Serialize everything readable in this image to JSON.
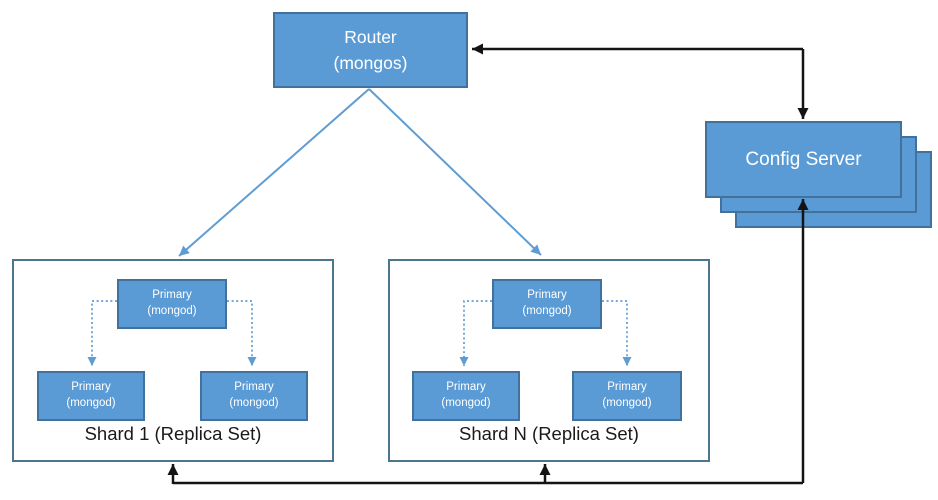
{
  "router": {
    "line1": "Router",
    "line2": "(mongos)"
  },
  "config_server": {
    "label": "Config Server"
  },
  "shard1": {
    "label": "Shard 1 (Replica Set)",
    "primary": {
      "line1": "Primary",
      "line2": "(mongod)"
    },
    "replica_left": {
      "line1": "Primary",
      "line2": "(mongod)"
    },
    "replica_right": {
      "line1": "Primary",
      "line2": "(mongod)"
    }
  },
  "shardN": {
    "label": "Shard N (Replica Set)",
    "primary": {
      "line1": "Primary",
      "line2": "(mongod)"
    },
    "replica_left": {
      "line1": "Primary",
      "line2": "(mongod)"
    },
    "replica_right": {
      "line1": "Primary",
      "line2": "(mongod)"
    }
  },
  "colors": {
    "node_fill": "#5B9BD5",
    "node_border": "#41719C",
    "container_border": "#4C7590",
    "blue_arrow": "#5E9CD3",
    "black_arrow": "#141414",
    "node_text": "#FFFFFF",
    "label_text": "#1A1A1A"
  }
}
